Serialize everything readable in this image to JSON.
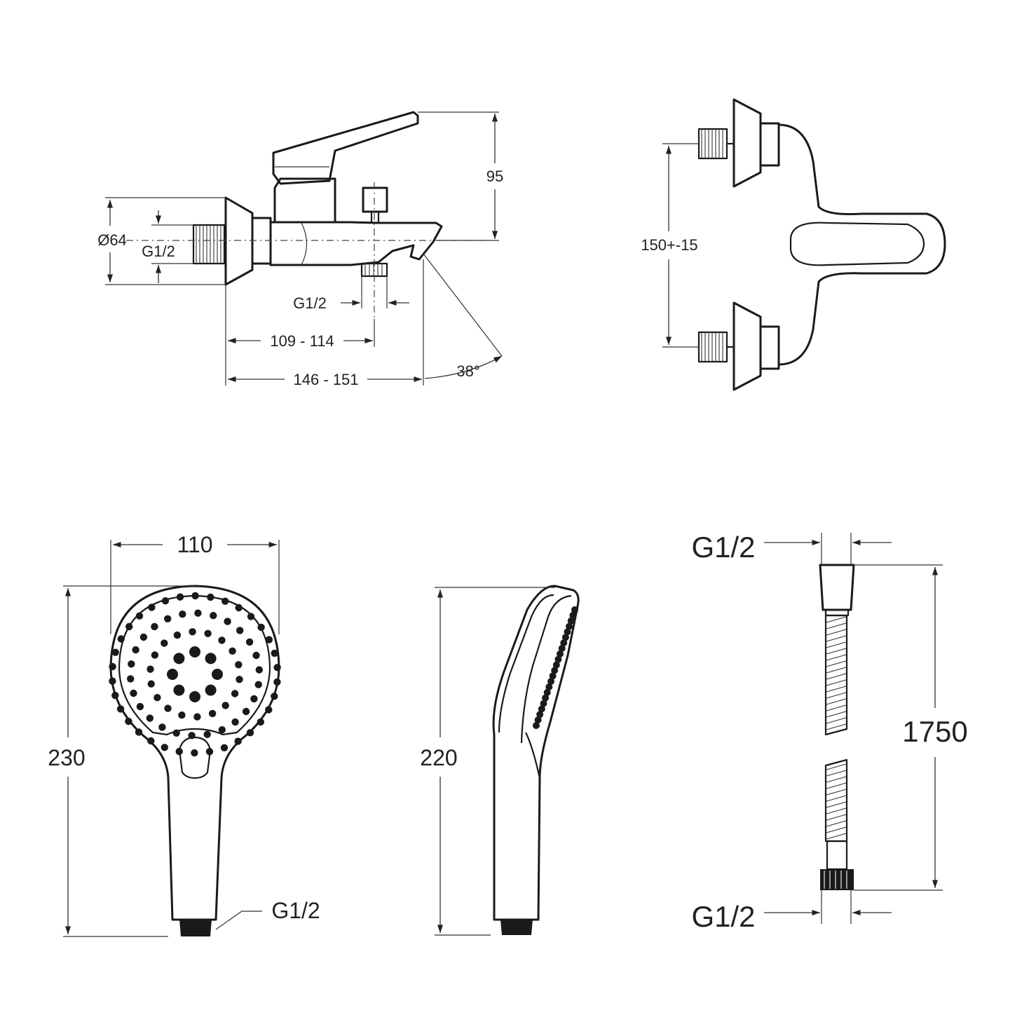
{
  "colors": {
    "line": "#1a1a1a",
    "background": "#ffffff"
  },
  "mixer_side": {
    "dim_height": "95",
    "dim_diameter": "Ø64",
    "dim_inlet": "G1/2",
    "dim_outlet": "G1/2",
    "dim_depth_short": "109 - 114",
    "dim_depth_long": "146 - 151",
    "dim_angle": "38°"
  },
  "mixer_top": {
    "dim_centers": "150+-15"
  },
  "handshower_front": {
    "dim_width": "110",
    "dim_height": "230",
    "dim_thread": "G1/2"
  },
  "handshower_side": {
    "dim_height": "220"
  },
  "hose": {
    "dim_top_thread": "G1/2",
    "dim_length": "1750",
    "dim_bottom_thread": "G1/2"
  }
}
